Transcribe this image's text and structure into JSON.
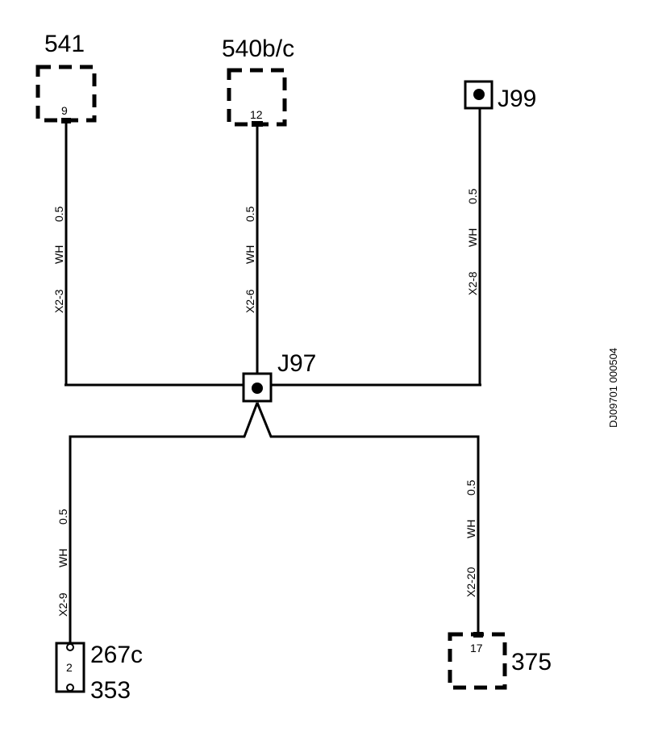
{
  "components": {
    "c541": {
      "label": "541",
      "pin": "9"
    },
    "c540": {
      "label": "540b/c",
      "pin": "12"
    },
    "j99": {
      "label": "J99"
    },
    "j97": {
      "label": "J97"
    },
    "c267": {
      "label_top": "267c",
      "label_bottom": "353",
      "pin": "2"
    },
    "c375": {
      "label": "375",
      "pin": "17"
    }
  },
  "wires": {
    "w1": {
      "size": "0.5",
      "color": "WH",
      "id": "X2-3"
    },
    "w2": {
      "size": "0.5",
      "color": "WH",
      "id": "X2-6"
    },
    "w3": {
      "size": "0.5",
      "color": "WH",
      "id": "X2-8"
    },
    "w4": {
      "size": "0.5",
      "color": "WH",
      "id": "X2-9"
    },
    "w5": {
      "size": "0.5",
      "color": "WH",
      "id": "X2-20"
    }
  },
  "reference": "DJ09701 000504"
}
